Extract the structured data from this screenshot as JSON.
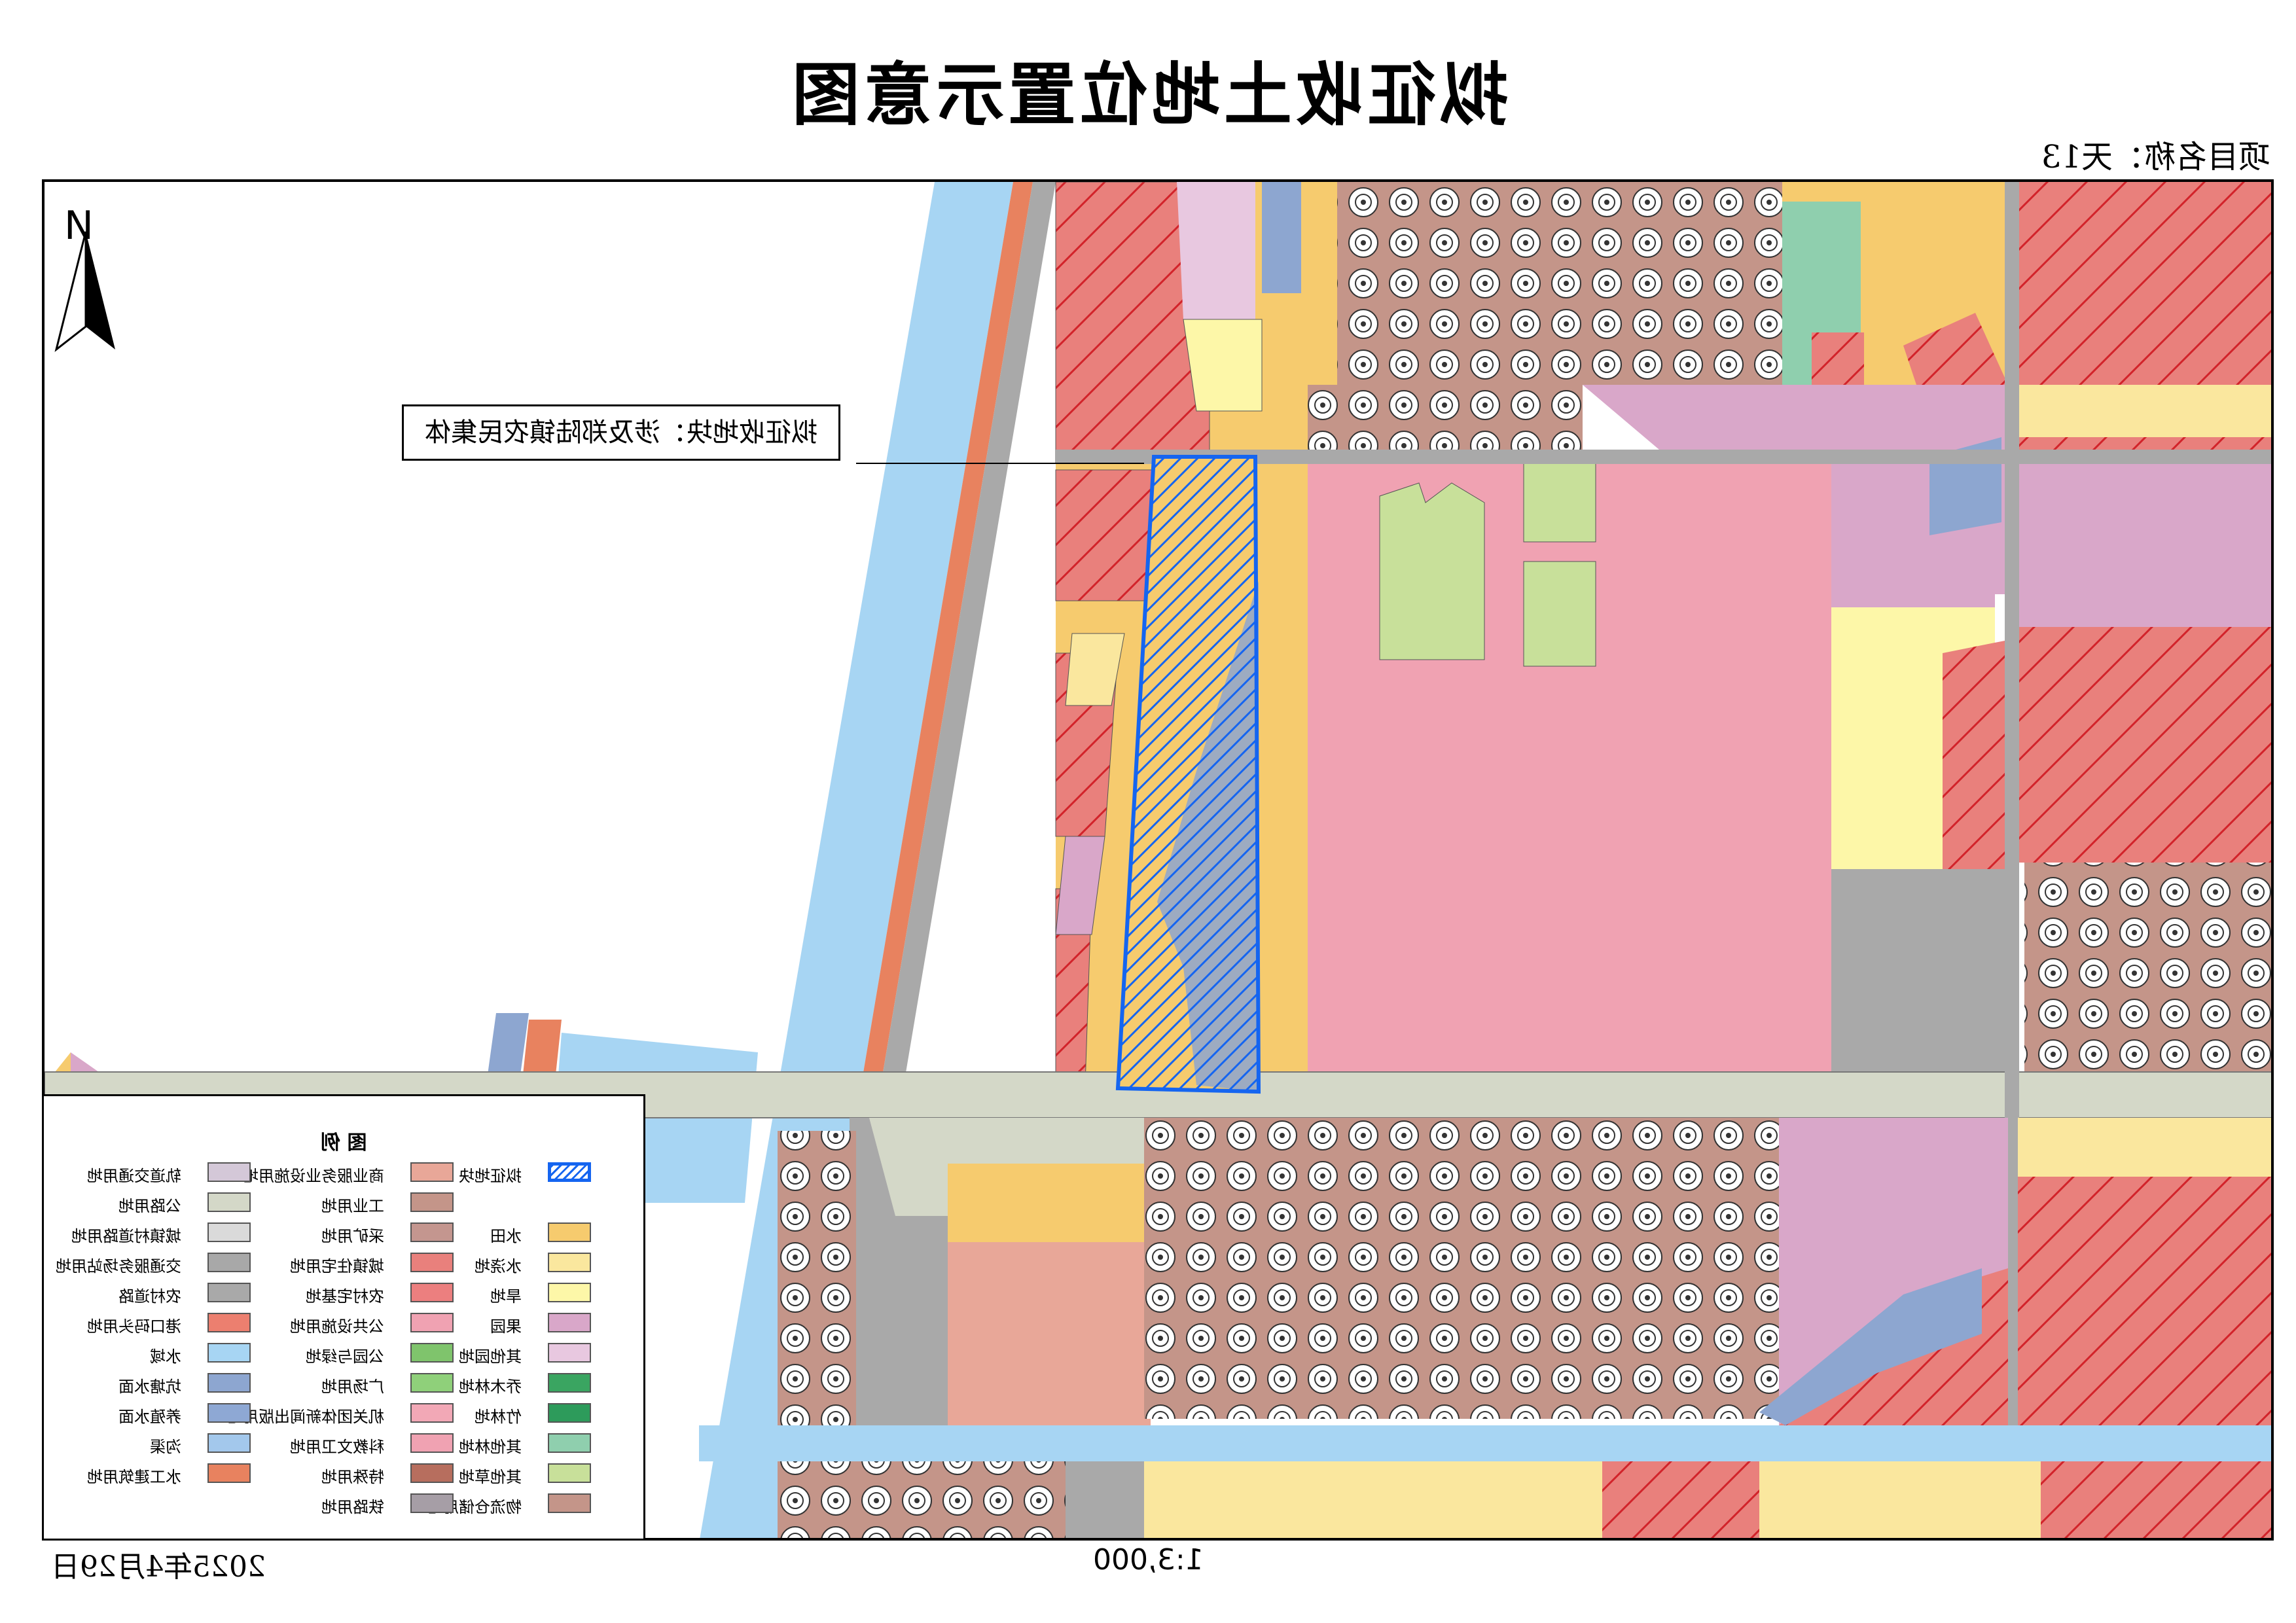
{
  "title": "拟征收土地位置示意图",
  "project_label": "项目名称：天13",
  "callout": "拟征收地块：涉及郑陆镇农民集体",
  "scale": "1:3,000",
  "date": "2025年4月29日",
  "north_label": "N",
  "legend": {
    "title": "图  例",
    "columns": [
      [
        {
          "label": "拟征地块",
          "color": "#ffffff",
          "icon": "blue-hatch"
        },
        {
          "label": "",
          "color": ""
        },
        {
          "label": "水田",
          "color": "#f6cb6e"
        },
        {
          "label": "水浇地",
          "color": "#fae79e"
        },
        {
          "label": "旱地",
          "color": "#fdf7a8"
        },
        {
          "label": "果园",
          "color": "#d9a7c9"
        },
        {
          "label": "其他园地",
          "color": "#e8c8e0"
        },
        {
          "label": "乔木林地",
          "color": "#3aa561"
        },
        {
          "label": "竹林地",
          "color": "#2d9b5b"
        },
        {
          "label": "其他林地",
          "color": "#8fcfae"
        },
        {
          "label": "其他草地",
          "color": "#c8e09a"
        },
        {
          "label": "物流仓储用地",
          "color": "#c49589"
        }
      ],
      [
        {
          "label": "商业服务业设施用地",
          "color": "#e8a798"
        },
        {
          "label": "工业用地",
          "color": "#c49589"
        },
        {
          "label": "采矿用地",
          "color": "#c4968f"
        },
        {
          "label": "城镇住宅用地",
          "color": "#e9807c"
        },
        {
          "label": "农村宅基地",
          "color": "#ec7f7f"
        },
        {
          "label": "公共设施用地",
          "color": "#f0a2b2"
        },
        {
          "label": "公园与绿地",
          "color": "#7fc46c"
        },
        {
          "label": "广场用地",
          "color": "#8fd07a"
        },
        {
          "label": "机关团体新闻出版用地",
          "color": "#f2a8b6"
        },
        {
          "label": "科教文卫用地",
          "color": "#f0a2b2"
        },
        {
          "label": "特殊用地",
          "color": "#b76e5e"
        },
        {
          "label": "铁路用地",
          "color": "#a69ea6"
        }
      ],
      [
        {
          "label": "轨道交通用地",
          "color": "#d4c8d8"
        },
        {
          "label": "公路用地",
          "color": "#d4d8c8"
        },
        {
          "label": "城镇村道路用地",
          "color": "#dadada"
        },
        {
          "label": "交通服务场站用地",
          "color": "#a8a8a8"
        },
        {
          "label": "农村道路",
          "color": "#a9a9a9"
        },
        {
          "label": "港口码头用地",
          "color": "#ec7f6f"
        },
        {
          "label": "水域",
          "color": "#a7d5f3"
        },
        {
          "label": "坑塘水面",
          "color": "#8da6d0"
        },
        {
          "label": "养殖水面",
          "color": "#8ea8d4"
        },
        {
          "label": "沟渠",
          "color": "#a3c8ec"
        },
        {
          "label": "水工建筑用地",
          "color": "#e8825f"
        }
      ]
    ]
  },
  "colors": {
    "paddy": "#f6cb6e",
    "irrigated": "#fae79e",
    "dry": "#fdf7a8",
    "orchard": "#d9a7c9",
    "garden": "#e8c8e0",
    "forest": "#8fcfae",
    "grass": "#c8e09a",
    "warehouse": "#c49589",
    "commercial": "#e8a798",
    "urban_res": "#e9807c",
    "public": "#f0a2b2",
    "road": "#d4d8c8",
    "rural_road": "#a9a9a9",
    "water": "#a7d5f3",
    "pond": "#8da6d0",
    "hydraulic": "#e8825f",
    "parcel_border": "#1565f0"
  }
}
